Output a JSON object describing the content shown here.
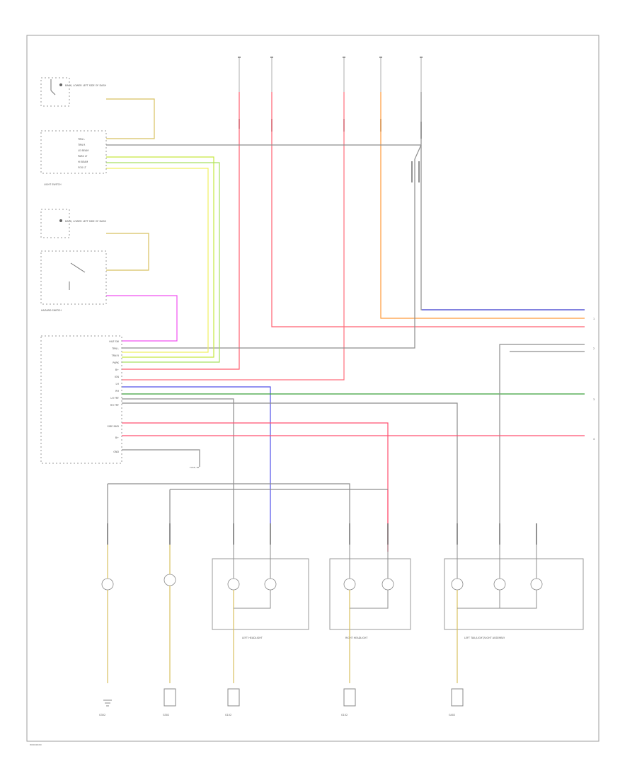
{
  "footer": {
    "code": "W0049XXX"
  },
  "texts": {
    "back_lower_left_a": "BACK, LOWER LEFT SIDE OF DASH",
    "back_lower_left_b": "BACK, LOWER LEFT SIDE OF DASH",
    "light_switch": "LIGHT SWITCH",
    "hazard_switch": "HAZARD SWITCH",
    "left_headlight": "LEFT HEADLIGHT",
    "right_headlight": "RIGHT HEADLIGHT",
    "tail_assy": "LEFT TAIL/LIGHT/LIGHT ASSEMBLY",
    "fuse_note": "FUSE, EE",
    "ground_1": "G302",
    "ground_2": "G302",
    "ground_3": "G102",
    "ground_4": "G102",
    "ground_5": "G402",
    "sheet_ref_1": "1",
    "sheet_ref_2": "2",
    "sheet_ref_3": "3",
    "sheet_ref_4": "4"
  }
}
